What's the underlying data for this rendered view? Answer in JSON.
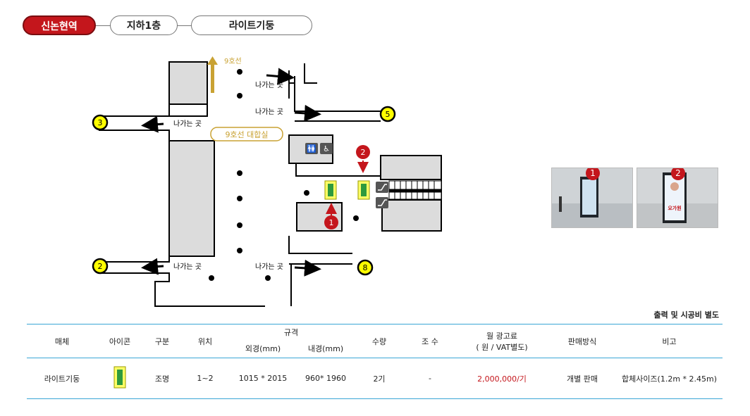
{
  "breadcrumb": [
    "신논현역",
    "지하1층",
    "라이트기둥"
  ],
  "map": {
    "line9_label": "9호선",
    "waiting_room_label": "9호선 대합실",
    "exit_label": "나가는 곳",
    "exits": [
      "3",
      "5",
      "2",
      "8"
    ],
    "markers": [
      "1",
      "2"
    ]
  },
  "photos": {
    "pins": [
      "1",
      "2"
    ],
    "poster_text": "요가원"
  },
  "note": "출력 및 시공비 별도",
  "table": {
    "headers": {
      "media": "매체",
      "icon": "아이콘",
      "category": "구분",
      "location": "위치",
      "spec": "규격",
      "outer": "외경(mm)",
      "inner": "내경(mm)",
      "quantity": "수량",
      "faces": "조 수",
      "price_line1": "월 광고료",
      "price_line2": "( 원 / VAT별도)",
      "sales": "판매방식",
      "remarks": "비고"
    },
    "row": {
      "media": "라이트기둥",
      "icon": "light-pillar-icon",
      "category": "조명",
      "location": "1~2",
      "outer": "1015 * 2015",
      "inner": "960* 1960",
      "quantity": "2기",
      "faces": "-",
      "price": "2,000,000/기",
      "sales": "개별 판매",
      "remarks": "합체사이즈(1.2m * 2.45m)"
    }
  },
  "colors": {
    "accent": "#c4161c",
    "line9": "#c9a233",
    "rule": "#3aa6d6",
    "exit_badge": "#ffff00"
  }
}
